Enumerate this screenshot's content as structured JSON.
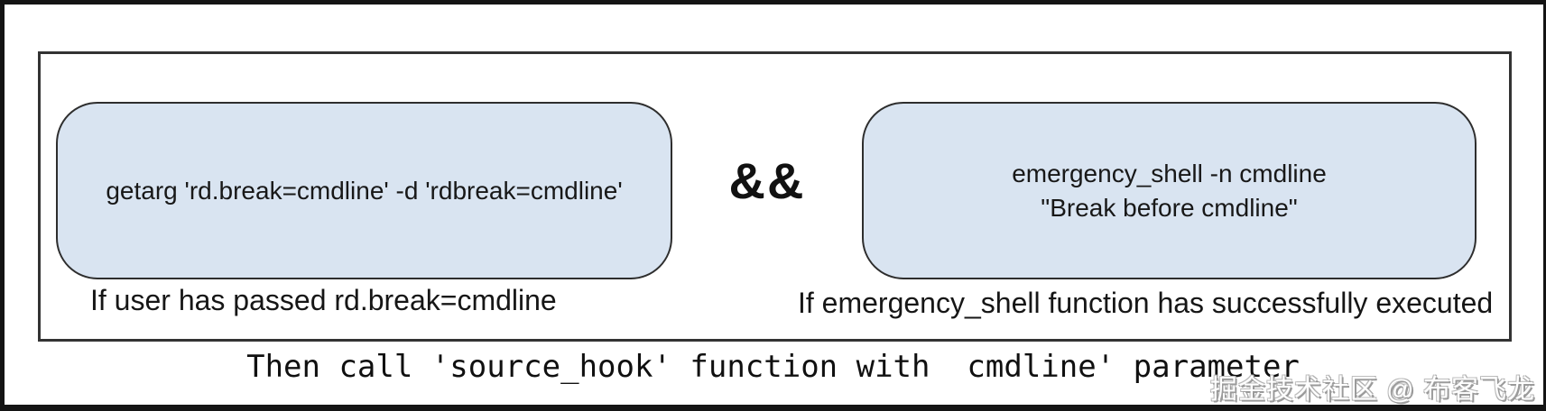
{
  "diagram": {
    "operator": "&&",
    "left_box": {
      "command": "getarg 'rd.break=cmdline' -d 'rdbreak=cmdline'",
      "caption": "If user has passed rd.break=cmdline"
    },
    "right_box": {
      "command_line1": "emergency_shell -n cmdline",
      "command_line2": "\"Break before cmdline\"",
      "caption": "If emergency_shell function has successfully executed"
    },
    "conclusion": "Then call 'source_hook' function with  cmdline' parameter",
    "colors": {
      "box_fill": "#d9e4f1",
      "box_border": "#2e2e2e",
      "inner_rect_border": "#333333",
      "outer_frame_border": "#141414"
    }
  },
  "watermark": "掘金技术社区 @ 布客飞龙"
}
